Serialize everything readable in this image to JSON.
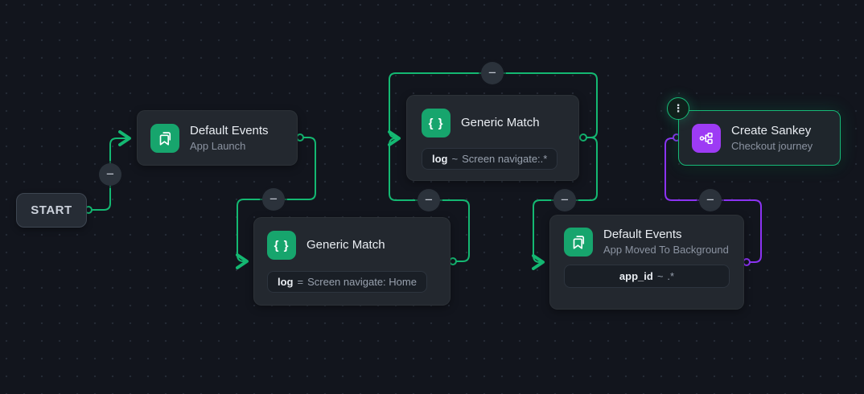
{
  "canvas": {
    "type": "journey-flow-builder"
  },
  "colors": {
    "background": "#12151d",
    "dot_grid": "#242a35",
    "node_bg": "#23282f",
    "edge_green": "#14b872",
    "edge_purple": "#8b33f2",
    "icon_green": "#17a56d",
    "icon_purple": "#9d3bf4",
    "selected_border": "#17b877"
  },
  "icons": {
    "braces_glyph": "{ }",
    "remove_connector_glyph": "−",
    "kebab_glyph": "⋮",
    "bookmark_icon": "default-events",
    "sankey_icon": "create-sankey"
  },
  "nodes": {
    "start": {
      "label": "START"
    },
    "default_events_1": {
      "title": "Default Events",
      "subtitle": "App Launch"
    },
    "generic_match_top": {
      "title": "Generic Match",
      "filter": {
        "key": "log",
        "operator": "~",
        "value": "Screen navigate:.*"
      }
    },
    "generic_match_bottom": {
      "title": "Generic Match",
      "filter": {
        "key": "log",
        "operator": "=",
        "value": "Screen navigate: Home"
      }
    },
    "default_events_2": {
      "title": "Default Events",
      "subtitle": "App Moved To Background",
      "filter": {
        "key": "app_id",
        "operator": "~",
        "value": ".*"
      }
    },
    "create_sankey": {
      "title": "Create Sankey",
      "subtitle": "Checkout journey"
    }
  }
}
